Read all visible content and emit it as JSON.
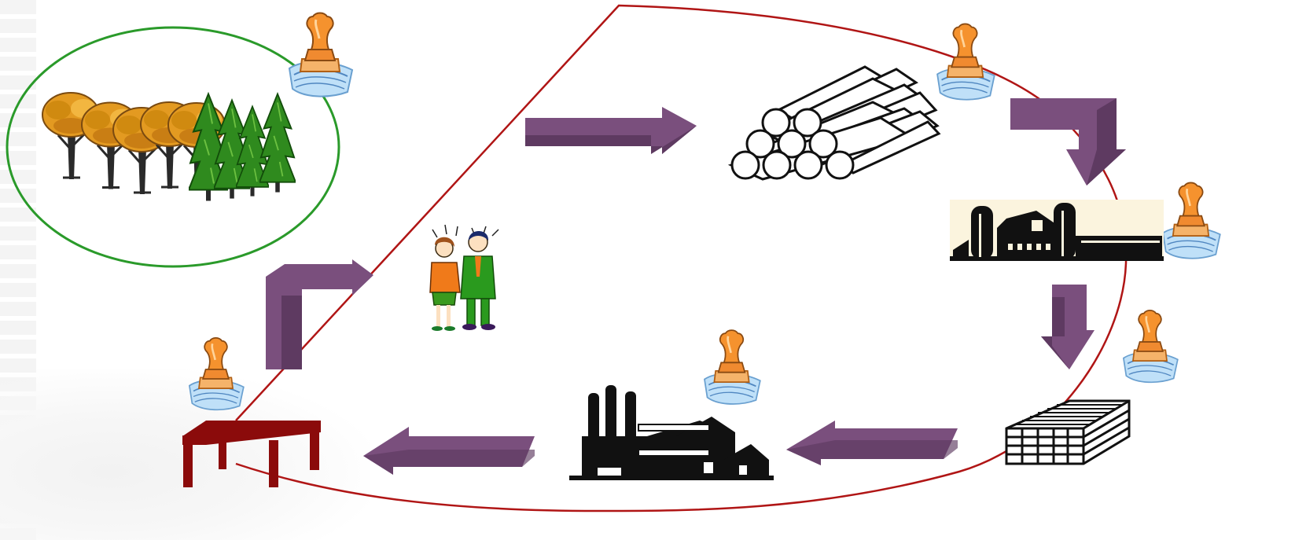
{
  "diagram": {
    "nodes": [
      {
        "id": "forest",
        "icon": "forest-icon"
      },
      {
        "id": "logs",
        "icon": "log-pile-icon"
      },
      {
        "id": "sawmill",
        "icon": "farm-barn-icon"
      },
      {
        "id": "lumber",
        "icon": "lumber-stack-icon"
      },
      {
        "id": "factory",
        "icon": "factory-icon"
      },
      {
        "id": "furniture",
        "icon": "table-icon"
      },
      {
        "id": "consumers",
        "icon": "couple-people-icon"
      }
    ],
    "flow": [
      "forest",
      "logs",
      "sawmill",
      "lumber",
      "factory",
      "furniture",
      "forest"
    ],
    "certification_stamp_icon": "stamp-icon",
    "colors": {
      "arrow": "#7a4f7d",
      "arrow_dark": "#5e3a61",
      "chain_loop": "#b01515",
      "forest_ring": "#2a9a2a",
      "stamp_handle": "#f08a30",
      "stamp_base": "#8fc0e8",
      "furniture": "#8b0b0b"
    }
  }
}
